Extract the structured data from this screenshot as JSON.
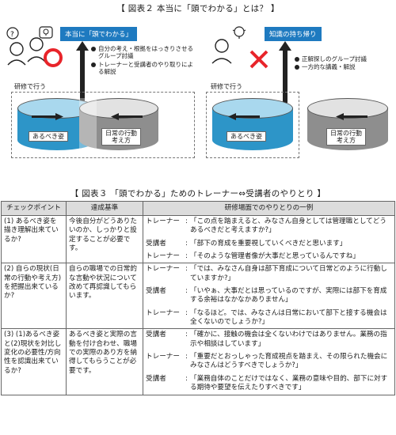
{
  "figure2": {
    "title": "【 図表２ 本当に「頭でわかる」とは？ 】",
    "left": {
      "concept": "本当に「頭でわかる」",
      "bullets": [
        "自分の考え・根拠をはっきりさせるグループ討議",
        "トレーナーと受講者のやり取りによる解説"
      ],
      "mark_symbol": "○",
      "area_label": "研修で行う",
      "cyl_a_label": "あるべき姿",
      "cyl_b_label_l1": "日常の行動",
      "cyl_b_label_l2": "考え方"
    },
    "right": {
      "concept": "知識の持ち帰り",
      "bullets": [
        "正解探しのグループ討議",
        "一方的な講義・解説"
      ],
      "mark_symbol": "×",
      "area_label": "研修で行う",
      "cyl_a_label": "あるべき姿",
      "cyl_b_label_l1": "日常の行動",
      "cyl_b_label_l2": "考え方"
    },
    "colors": {
      "accent_blue": "#1e7ac0",
      "cylinder_blue": "#2d95c8",
      "cylinder_gray": "#8e8e8e",
      "circle_mark": "#e8242a",
      "cross_mark": "#e8242a"
    }
  },
  "figure3": {
    "title": "【 図表３ 「頭でわかる」ためのトレーナー⇔受講者のやりとり 】",
    "headers": [
      "チェックポイント",
      "達成基準",
      "研修場面でのやりとりの一例"
    ],
    "rows": [
      {
        "checkpoint": "(1) あるべき姿を描き理解出来ているか?",
        "criterion": "今後自分がどうありたいのか、しっかりと設定することが必要です。",
        "exchanges": [
          {
            "speaker": "トレーナー",
            "text": "「この点を踏まえると、みなさん自身としては管理職としてどうあるべきだと考えますか?」"
          },
          {
            "speaker": "受講者",
            "text": "「部下の育成を重要視していくべきだと思います」"
          },
          {
            "speaker": "トレーナー",
            "text": "「そのような管理者像が大事だと思っているんですね」"
          }
        ]
      },
      {
        "checkpoint": "(2) 自らの現状(日常の行動や考え方)を把握出来ているか?",
        "criterion": "自らの職場での日常的な言動や状況について改めて再認識してもらいます。",
        "exchanges": [
          {
            "speaker": "トレーナー",
            "text": "「では、みなさん自身は部下育成について日常どのように行動していますか?」"
          },
          {
            "speaker": "受講者",
            "text": "「いやぁ、大事だとは思っているのですが、実際には部下を育成する余裕はなかなかありません」"
          },
          {
            "speaker": "トレーナー",
            "text": "「なるほど。では、みなさんは日常において部下と接する機会は全くないのでしょうか?」"
          }
        ]
      },
      {
        "checkpoint": "(3) (1)あるべき姿と(2)現状を対比し変化の必要性/方向性を認識出来ているか?",
        "criterion": "あるべき姿と実際の言動を付け合わせ、職場での実際のあり方を納得してもらうことが必要です。",
        "exchanges": [
          {
            "speaker": "受講者",
            "text": "「確かに、接触の機会は全くないわけではありません。業務の指示や相談はしています」"
          },
          {
            "speaker": "トレーナー",
            "text": "「重要だとおっしゃった育成視点を踏まえ、その限られた機会にみなさんはどうすべきでしょうか?」"
          },
          {
            "speaker": "受講者",
            "text": "「業務自体のことだけではなく、業務の意味や目的、部下に対する期待や要望を伝えたりすべきです」"
          }
        ]
      }
    ]
  }
}
